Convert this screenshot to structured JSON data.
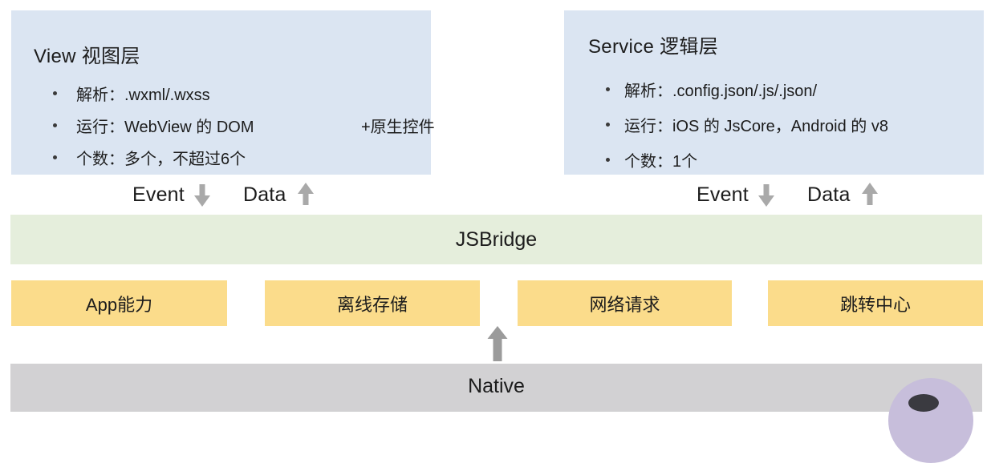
{
  "view_layer": {
    "title": "View 视图层",
    "bullets": [
      {
        "text": "解析：.wxml/.wxss"
      },
      {
        "text": "运行：WebView 的 DOM",
        "suffix": "+原生控件"
      },
      {
        "text": "个数：多个，不超过6个"
      }
    ]
  },
  "service_layer": {
    "title": "Service 逻辑层",
    "bullets": [
      {
        "text": "解析：.config.json/.js/.json/"
      },
      {
        "text": "运行：iOS 的 JsCore，Android 的 v8"
      },
      {
        "text": "个数：1个"
      }
    ]
  },
  "flow_left": {
    "event_label": "Event",
    "data_label": "Data"
  },
  "flow_right": {
    "event_label": "Event",
    "data_label": "Data"
  },
  "bridge": {
    "label": "JSBridge"
  },
  "capabilities": [
    {
      "label": "App能力"
    },
    {
      "label": "离线存储"
    },
    {
      "label": "网络请求"
    },
    {
      "label": "跳转中心"
    }
  ],
  "native": {
    "label": "Native"
  },
  "icons": {
    "down_arrow": "down-arrow",
    "up_arrow": "up-arrow",
    "big_up_arrow": "big-up-arrow"
  },
  "colors": {
    "box-blue": "#dbe5f2",
    "bridge-green": "#e5eedc",
    "cap-yellow": "#fbdc8b",
    "native-gray": "#d2d1d3",
    "arrow-gray": "#a9a9a9",
    "arrow-dark": "#9b9b9b",
    "text": "#1c1c1c",
    "avatar-purple": "#c7bedb",
    "avatar-dark": "#3a3a40"
  }
}
